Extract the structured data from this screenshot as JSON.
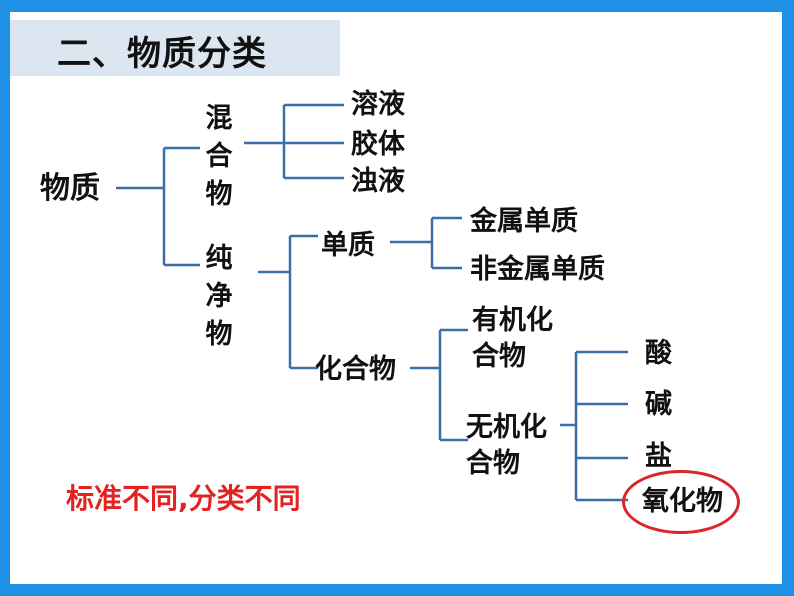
{
  "title": "二、物质分类",
  "root": "物质",
  "mixture": {
    "label": "混合物",
    "children": [
      "溶液",
      "胶体",
      "浊液"
    ]
  },
  "pure": {
    "label": "纯净物",
    "simple": {
      "label": "单质",
      "children": [
        "金属单质",
        "非金属单质"
      ]
    },
    "compound": {
      "label": "化合物",
      "organic": "有机化合物",
      "inorganic": {
        "label": "无机化合物",
        "children": [
          "酸",
          "碱",
          "盐",
          "氧化物"
        ]
      }
    }
  },
  "highlighted": "氧化物",
  "note": "标准不同,分类不同",
  "colors": {
    "frame": "#1e90e6",
    "title_bg": "#dbe6f1",
    "lines": "#3a6ea8",
    "note": "#e32323",
    "highlight_ring": "#d9262b"
  }
}
